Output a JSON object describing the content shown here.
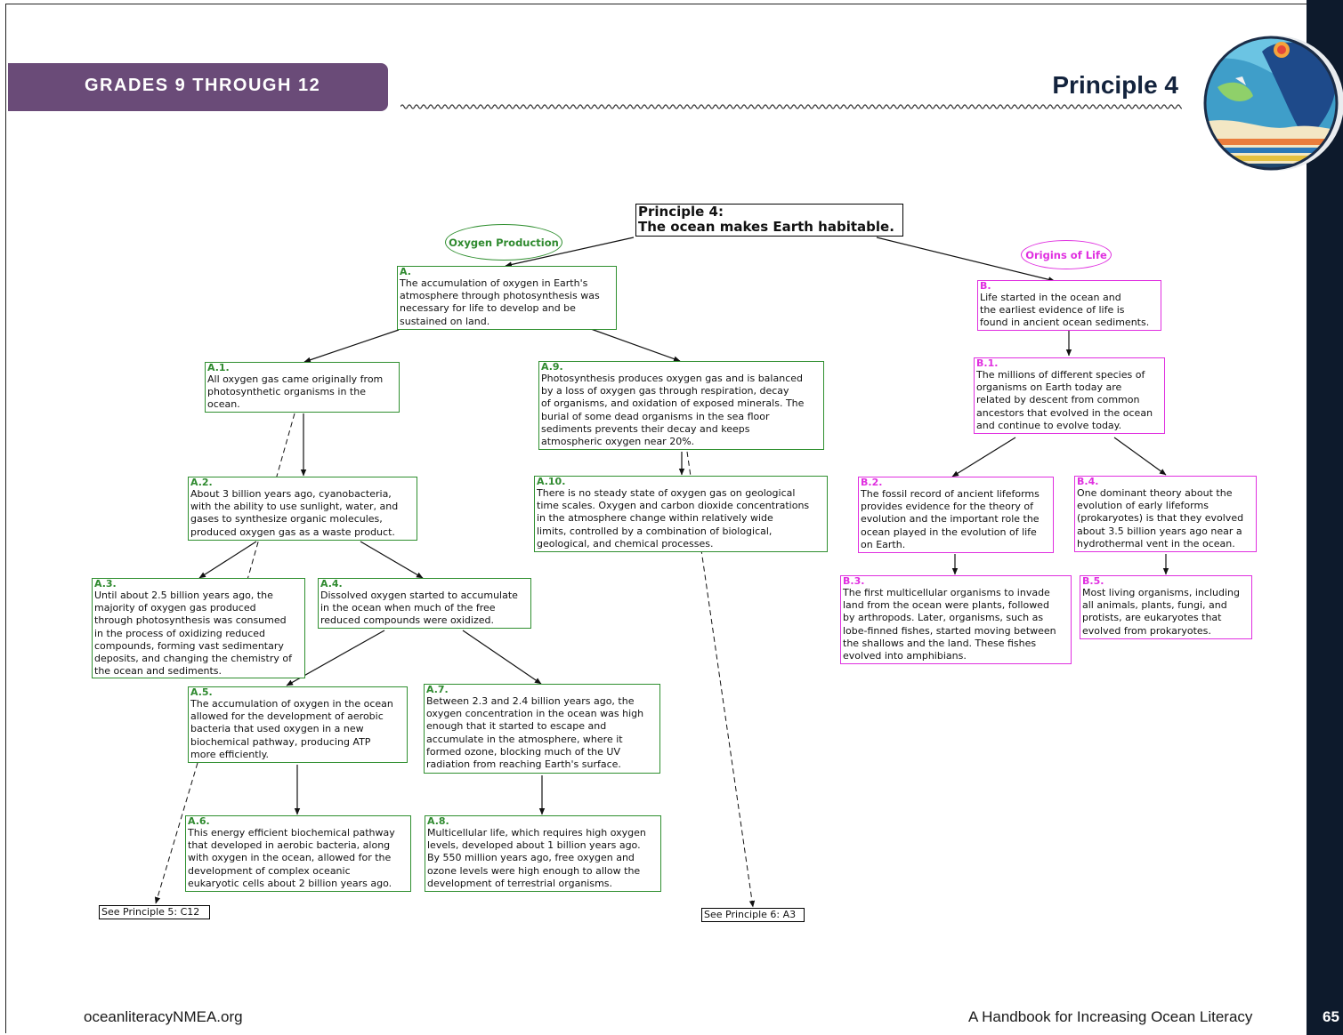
{
  "header": {
    "grade_label": "GRADES 9 THROUGH 12",
    "principle_label": "Principle 4"
  },
  "diagram": {
    "root": "Principle 4:\nThe ocean makes Earth habitable.",
    "branches": {
      "oxygen": "Oxygen Production",
      "origins": "Origins of Life"
    },
    "nodes": {
      "A": {
        "label": "A.",
        "text": "The accumulation of oxygen in Earth's\natmosphere through photosynthesis was\nnecessary for life to develop and be\nsustained on land."
      },
      "A1": {
        "label": "A.1.",
        "text": "All oxygen gas came originally from\nphotosynthetic organisms in the\nocean."
      },
      "A2": {
        "label": "A.2.",
        "text": "About 3 billion years ago, cyanobacteria,\nwith the ability to use sunlight, water, and\ngases to synthesize organic molecules,\nproduced oxygen gas as a waste product."
      },
      "A3": {
        "label": "A.3.",
        "text": "Until about 2.5 billion years ago, the\nmajority of oxygen gas produced\nthrough photosynthesis was consumed\nin the process of oxidizing reduced\ncompounds, forming vast sedimentary\ndeposits, and changing the chemistry of\nthe ocean and sediments."
      },
      "A4": {
        "label": "A.4.",
        "text": "Dissolved oxygen started to accumulate\nin the ocean when much of the free\nreduced compounds were oxidized."
      },
      "A5": {
        "label": "A.5.",
        "text": "The accumulation of oxygen in the ocean\nallowed for the development of aerobic\nbacteria that used oxygen in a new\nbiochemical pathway, producing ATP\nmore efficiently."
      },
      "A6": {
        "label": "A.6.",
        "text": "This energy efficient biochemical pathway\nthat developed in aerobic bacteria, along\nwith oxygen in the ocean, allowed for the\ndevelopment of complex oceanic\neukaryotic cells about 2 billion years ago."
      },
      "A7": {
        "label": "A.7.",
        "text": "Between 2.3 and 2.4 billion years ago, the\noxygen concentration in the ocean was high\nenough that it started to escape and\naccumulate in the atmosphere, where it\nformed ozone, blocking much of the UV\nradiation from reaching Earth's surface."
      },
      "A8": {
        "label": "A.8.",
        "text": "Multicellular life, which requires high oxygen\nlevels, developed about 1 billion years ago.\nBy 550 million years ago, free oxygen and\nozone levels were high enough to allow the\ndevelopment of terrestrial organisms."
      },
      "A9": {
        "label": "A.9.",
        "text": "Photosynthesis produces oxygen gas and is balanced\nby a loss of oxygen gas through respiration, decay\nof organisms, and oxidation of exposed minerals. The\nburial of some dead organisms in the sea floor\nsediments prevents their decay and keeps\natmospheric oxygen near 20%."
      },
      "A10": {
        "label": "A.10.",
        "text": "There is no steady state of oxygen gas on geological\ntime scales. Oxygen and carbon dioxide concentrations\nin the atmosphere change within relatively wide\nlimits, controlled by a combination of biological,\ngeological, and chemical processes."
      },
      "B": {
        "label": "B.",
        "text": "Life started in the ocean and\nthe earliest evidence of life is\nfound in ancient ocean sediments."
      },
      "B1": {
        "label": "B.1.",
        "text": "The millions of different species of\norganisms on Earth today are\nrelated by descent from common\nancestors that evolved in the ocean\nand continue to evolve today."
      },
      "B2": {
        "label": "B.2.",
        "text": "The fossil record of ancient lifeforms\nprovides evidence for the theory of\nevolution and the important role the\nocean played in the evolution of life\non Earth."
      },
      "B3": {
        "label": "B.3.",
        "text": "The first multicellular organisms to invade\nland from the ocean were plants, followed\nby arthropods. Later, organisms, such as\nlobe-finned fishes, started moving between\nthe shallows and the land. These fishes\nevolved into amphibians."
      },
      "B4": {
        "label": "B.4.",
        "text": "One dominant theory about the\nevolution of early lifeforms\n(prokaryotes) is that they evolved\nabout 3.5 billion years ago near a\nhydrothermal vent in the ocean."
      },
      "B5": {
        "label": "B.5.",
        "text": "Most living organisms, including\nall animals, plants, fungi, and\nprotists, are eukaryotes that\nevolved from prokaryotes."
      }
    },
    "references": {
      "p5": "See Principle 5: C12",
      "p6": "See Principle 6: A3"
    },
    "colors": {
      "oxygen_branch": "#2f8f2f",
      "origins_branch": "#e030e0",
      "banner": "#6a4b78",
      "sidebar": "#0d1a2c"
    }
  },
  "footer": {
    "site": "oceanliteracyNMEA.org",
    "title": "A Handbook for Increasing Ocean Literacy",
    "page": "65"
  }
}
